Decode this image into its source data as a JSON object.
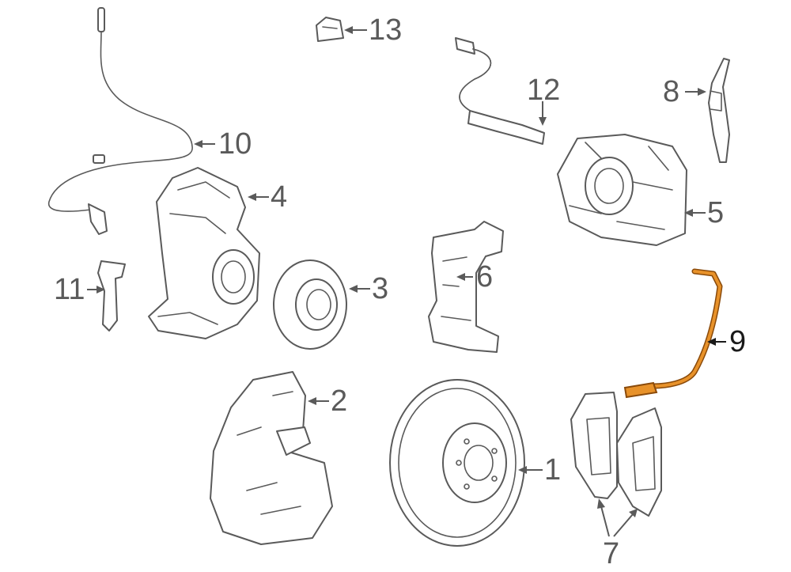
{
  "callouts": {
    "c1": "1",
    "c2": "2",
    "c3": "3",
    "c4": "4",
    "c5": "5",
    "c6": "6",
    "c7": "7",
    "c8": "8",
    "c9": "9",
    "c10": "10",
    "c11": "11",
    "c12": "12",
    "c13": "13"
  },
  "highlight": {
    "part": "9",
    "fill": "#e8922a",
    "stroke": "#8a4a0a"
  },
  "line_color": "#5a5a5a"
}
